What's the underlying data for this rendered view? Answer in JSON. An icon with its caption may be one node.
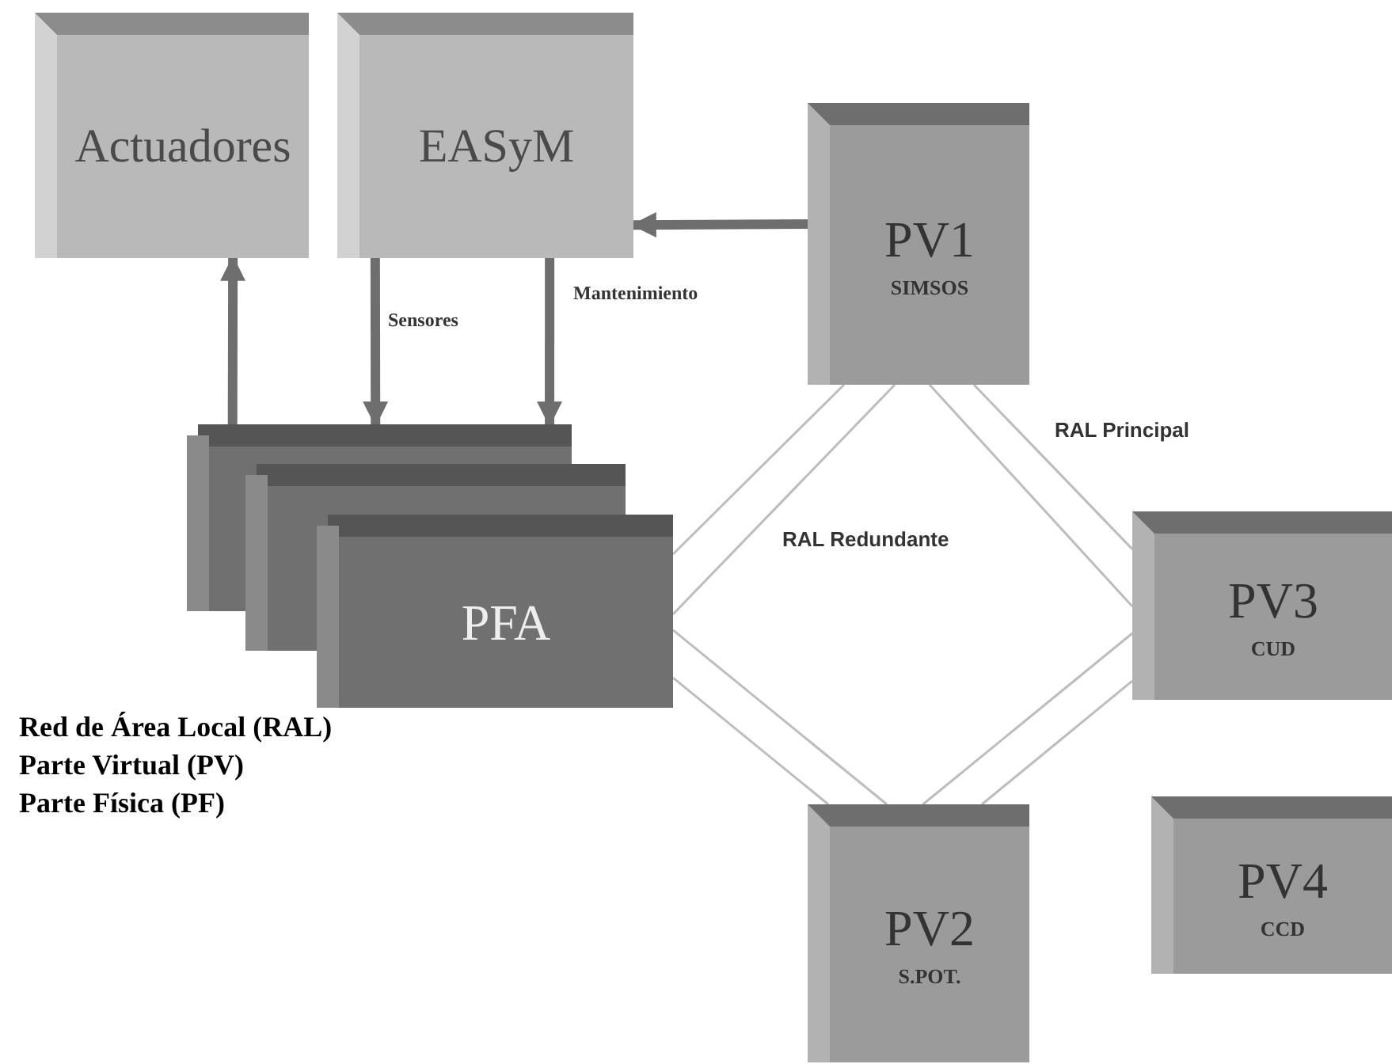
{
  "diagram": {
    "nodes": [
      {
        "text": [
          "Actuadores"
        ]
      },
      {
        "text": [
          "EASyM"
        ]
      },
      {
        "text": [
          "PV1",
          "SIMSOS"
        ]
      },
      {
        "text": [
          "PFA"
        ]
      },
      {
        "text": [
          "PV3",
          "CUD"
        ]
      },
      {
        "text": [
          "PV2",
          "S.POT."
        ]
      },
      {
        "text": [
          "PV4",
          "CCD"
        ]
      }
    ],
    "edges": [
      {
        "from": 2,
        "to": 1,
        "arrow": "to",
        "style": "thick",
        "color": "#6e6e6e"
      },
      {
        "from": 3,
        "to": 0,
        "arrow": "to",
        "style": "thick",
        "color": "#6e6e6e"
      },
      {
        "from": 1,
        "to": 3,
        "arrow": "to",
        "style": "thick",
        "color": "#6e6e6e",
        "label": "Sensores"
      },
      {
        "from": 1,
        "to": 3,
        "arrow": "to",
        "style": "thick",
        "color": "#6e6e6e",
        "label": "Mantenimiento"
      },
      {
        "from": 2,
        "to": 3,
        "arrow": "none"
      },
      {
        "from": 2,
        "to": 3,
        "arrow": "none"
      },
      {
        "from": 2,
        "to": 4,
        "arrow": "none"
      },
      {
        "from": 2,
        "to": 4,
        "arrow": "none"
      },
      {
        "from": 3,
        "to": 5,
        "arrow": "none"
      },
      {
        "from": 3,
        "to": 5,
        "arrow": "none"
      },
      {
        "from": 4,
        "to": 5,
        "arrow": "none"
      },
      {
        "from": 4,
        "to": 5,
        "arrow": "none"
      }
    ],
    "labels": [
      "RAL Principal",
      "RAL Redundante",
      "Red de Área Local (RAL)",
      "Parte Virtual (PV)",
      "Parte Física (PF)"
    ]
  }
}
